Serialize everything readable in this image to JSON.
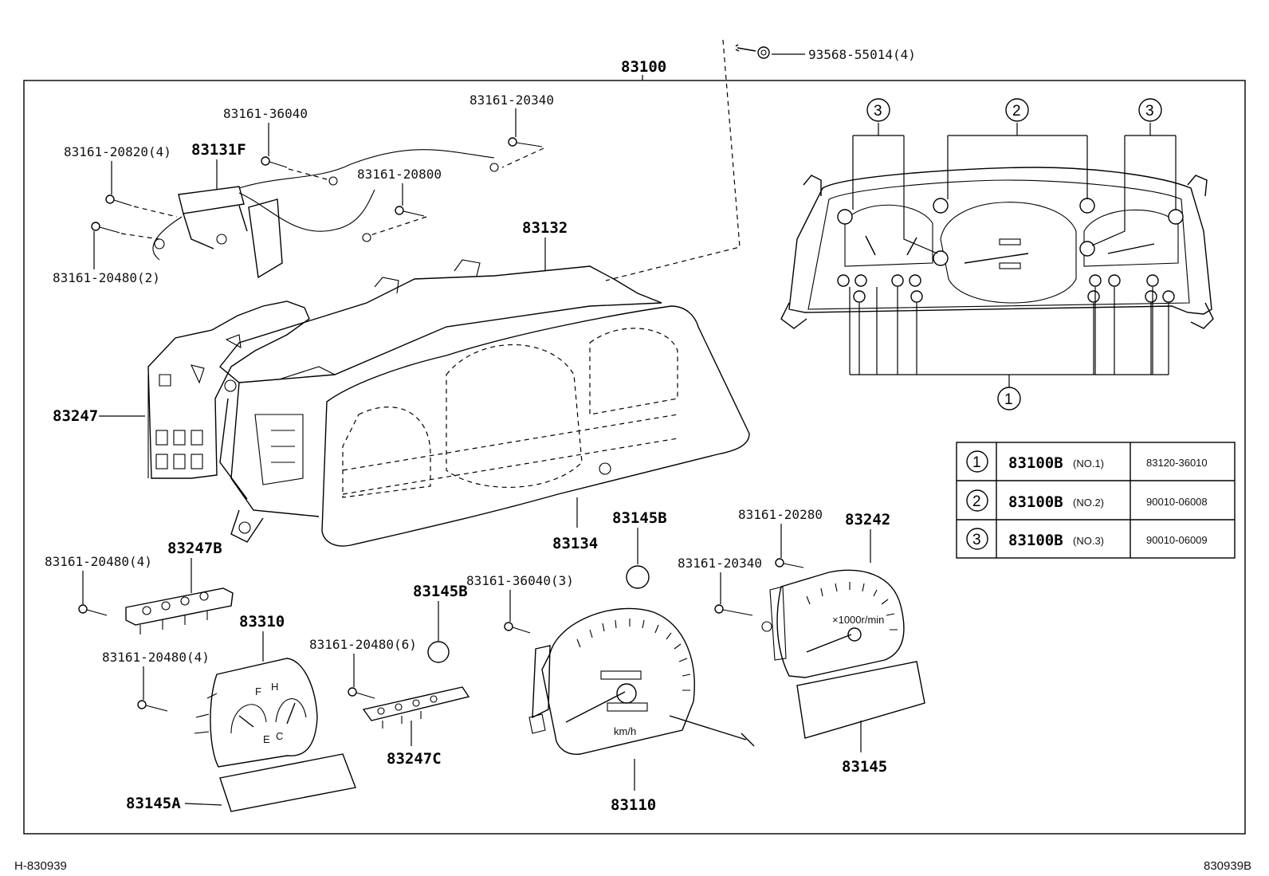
{
  "diagram": {
    "main_assembly": "83100",
    "bolt_top": "93568-55014(4)",
    "callouts": {
      "c_83161_36040": "83161-36040",
      "c_83161_20340": "83161-20340",
      "c_83161_20820": "83161-20820(4)",
      "c_83131F": "83131F",
      "c_83161_20800": "83161-20800",
      "c_83161_20480_2": "83161-20480(2)",
      "c_83132": "83132",
      "c_83247": "83247",
      "c_83134": "83134",
      "c_83145B_a": "83145B",
      "c_83145B_b": "83145B",
      "c_83247B": "83247B",
      "c_83161_20480_4a": "83161-20480(4)",
      "c_83310": "83310",
      "c_83161_20480_4b": "83161-20480(4)",
      "c_83161_20480_6": "83161-20480(6)",
      "c_83247C": "83247C",
      "c_83145A": "83145A",
      "c_83161_36040_3": "83161-36040(3)",
      "c_83110": "83110",
      "c_83161_20280": "83161-20280",
      "c_83242": "83242",
      "c_83161_20340b": "83161-20340",
      "c_83145": "83145"
    },
    "gauge_text": {
      "kmh": "km/h",
      "rpm": "×1000r/min",
      "fuel_f": "F",
      "fuel_e": "E",
      "temp_h": "H",
      "temp_c": "C"
    },
    "bulb_markers": {
      "one": "1",
      "two": "2",
      "three_left": "3",
      "three_right": "3"
    },
    "table": [
      {
        "num": "1",
        "part": "83100B",
        "note": "(NO.1)",
        "code": "83120-36010"
      },
      {
        "num": "2",
        "part": "83100B",
        "note": "(NO.2)",
        "code": "90010-06008"
      },
      {
        "num": "3",
        "part": "83100B",
        "note": "(NO.3)",
        "code": "90010-06009"
      }
    ],
    "footer": {
      "left": "H-830939",
      "right": "830939B"
    }
  }
}
